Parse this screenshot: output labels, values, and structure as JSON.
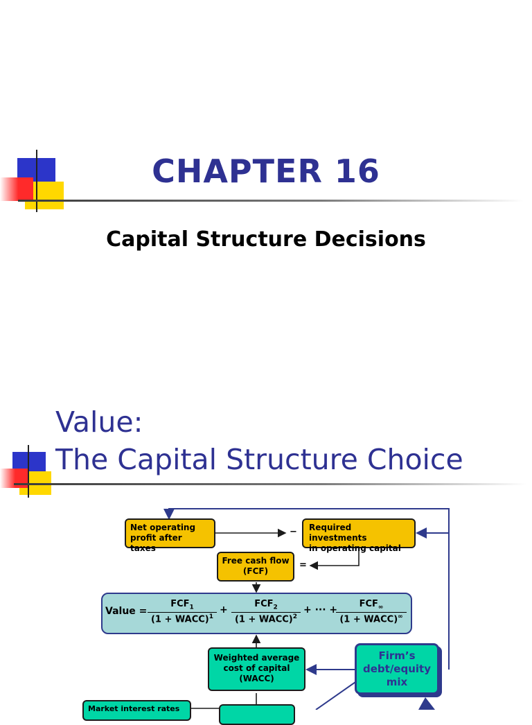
{
  "slide1": {
    "title": "CHAPTER 16",
    "subtitle": "Capital Structure Decisions"
  },
  "slide2": {
    "title_line1": "Value:",
    "title_line2": "The Capital Structure Choice",
    "diagram": {
      "nopat": [
        "Net operating",
        "profit after taxes"
      ],
      "required_investments": [
        "Required investments",
        "in operating capital"
      ],
      "minus_sign": "−",
      "equals_sign": "=",
      "fcf": [
        "Free cash flow",
        "(FCF)"
      ],
      "value_formula": {
        "lead": "Value =",
        "plus": "+",
        "ellipsis_plus": "+ ··· +",
        "terms": [
          {
            "num_base": "FCF",
            "num_sub": "1",
            "den_base": "(1 + WACC)",
            "den_sup": "1"
          },
          {
            "num_base": "FCF",
            "num_sub": "2",
            "den_base": "(1 + WACC)",
            "den_sup": "2"
          },
          {
            "num_base": "FCF",
            "num_sub": "∞",
            "den_base": "(1 + WACC)",
            "den_sup": "∞"
          }
        ]
      },
      "wacc": [
        "Weighted average",
        "cost of capital",
        "(WACC)"
      ],
      "firm_mix": [
        "Firm’s",
        "debt/equity",
        "mix"
      ],
      "market_rates": "Market interest rates"
    }
  },
  "colors": {
    "title_blue": "#2e3192",
    "gold_box": "#f5c200",
    "teal_box": "#00d6a6",
    "pale_box": "#a6d8d8",
    "arrow_blue": "#2e3a8c"
  }
}
